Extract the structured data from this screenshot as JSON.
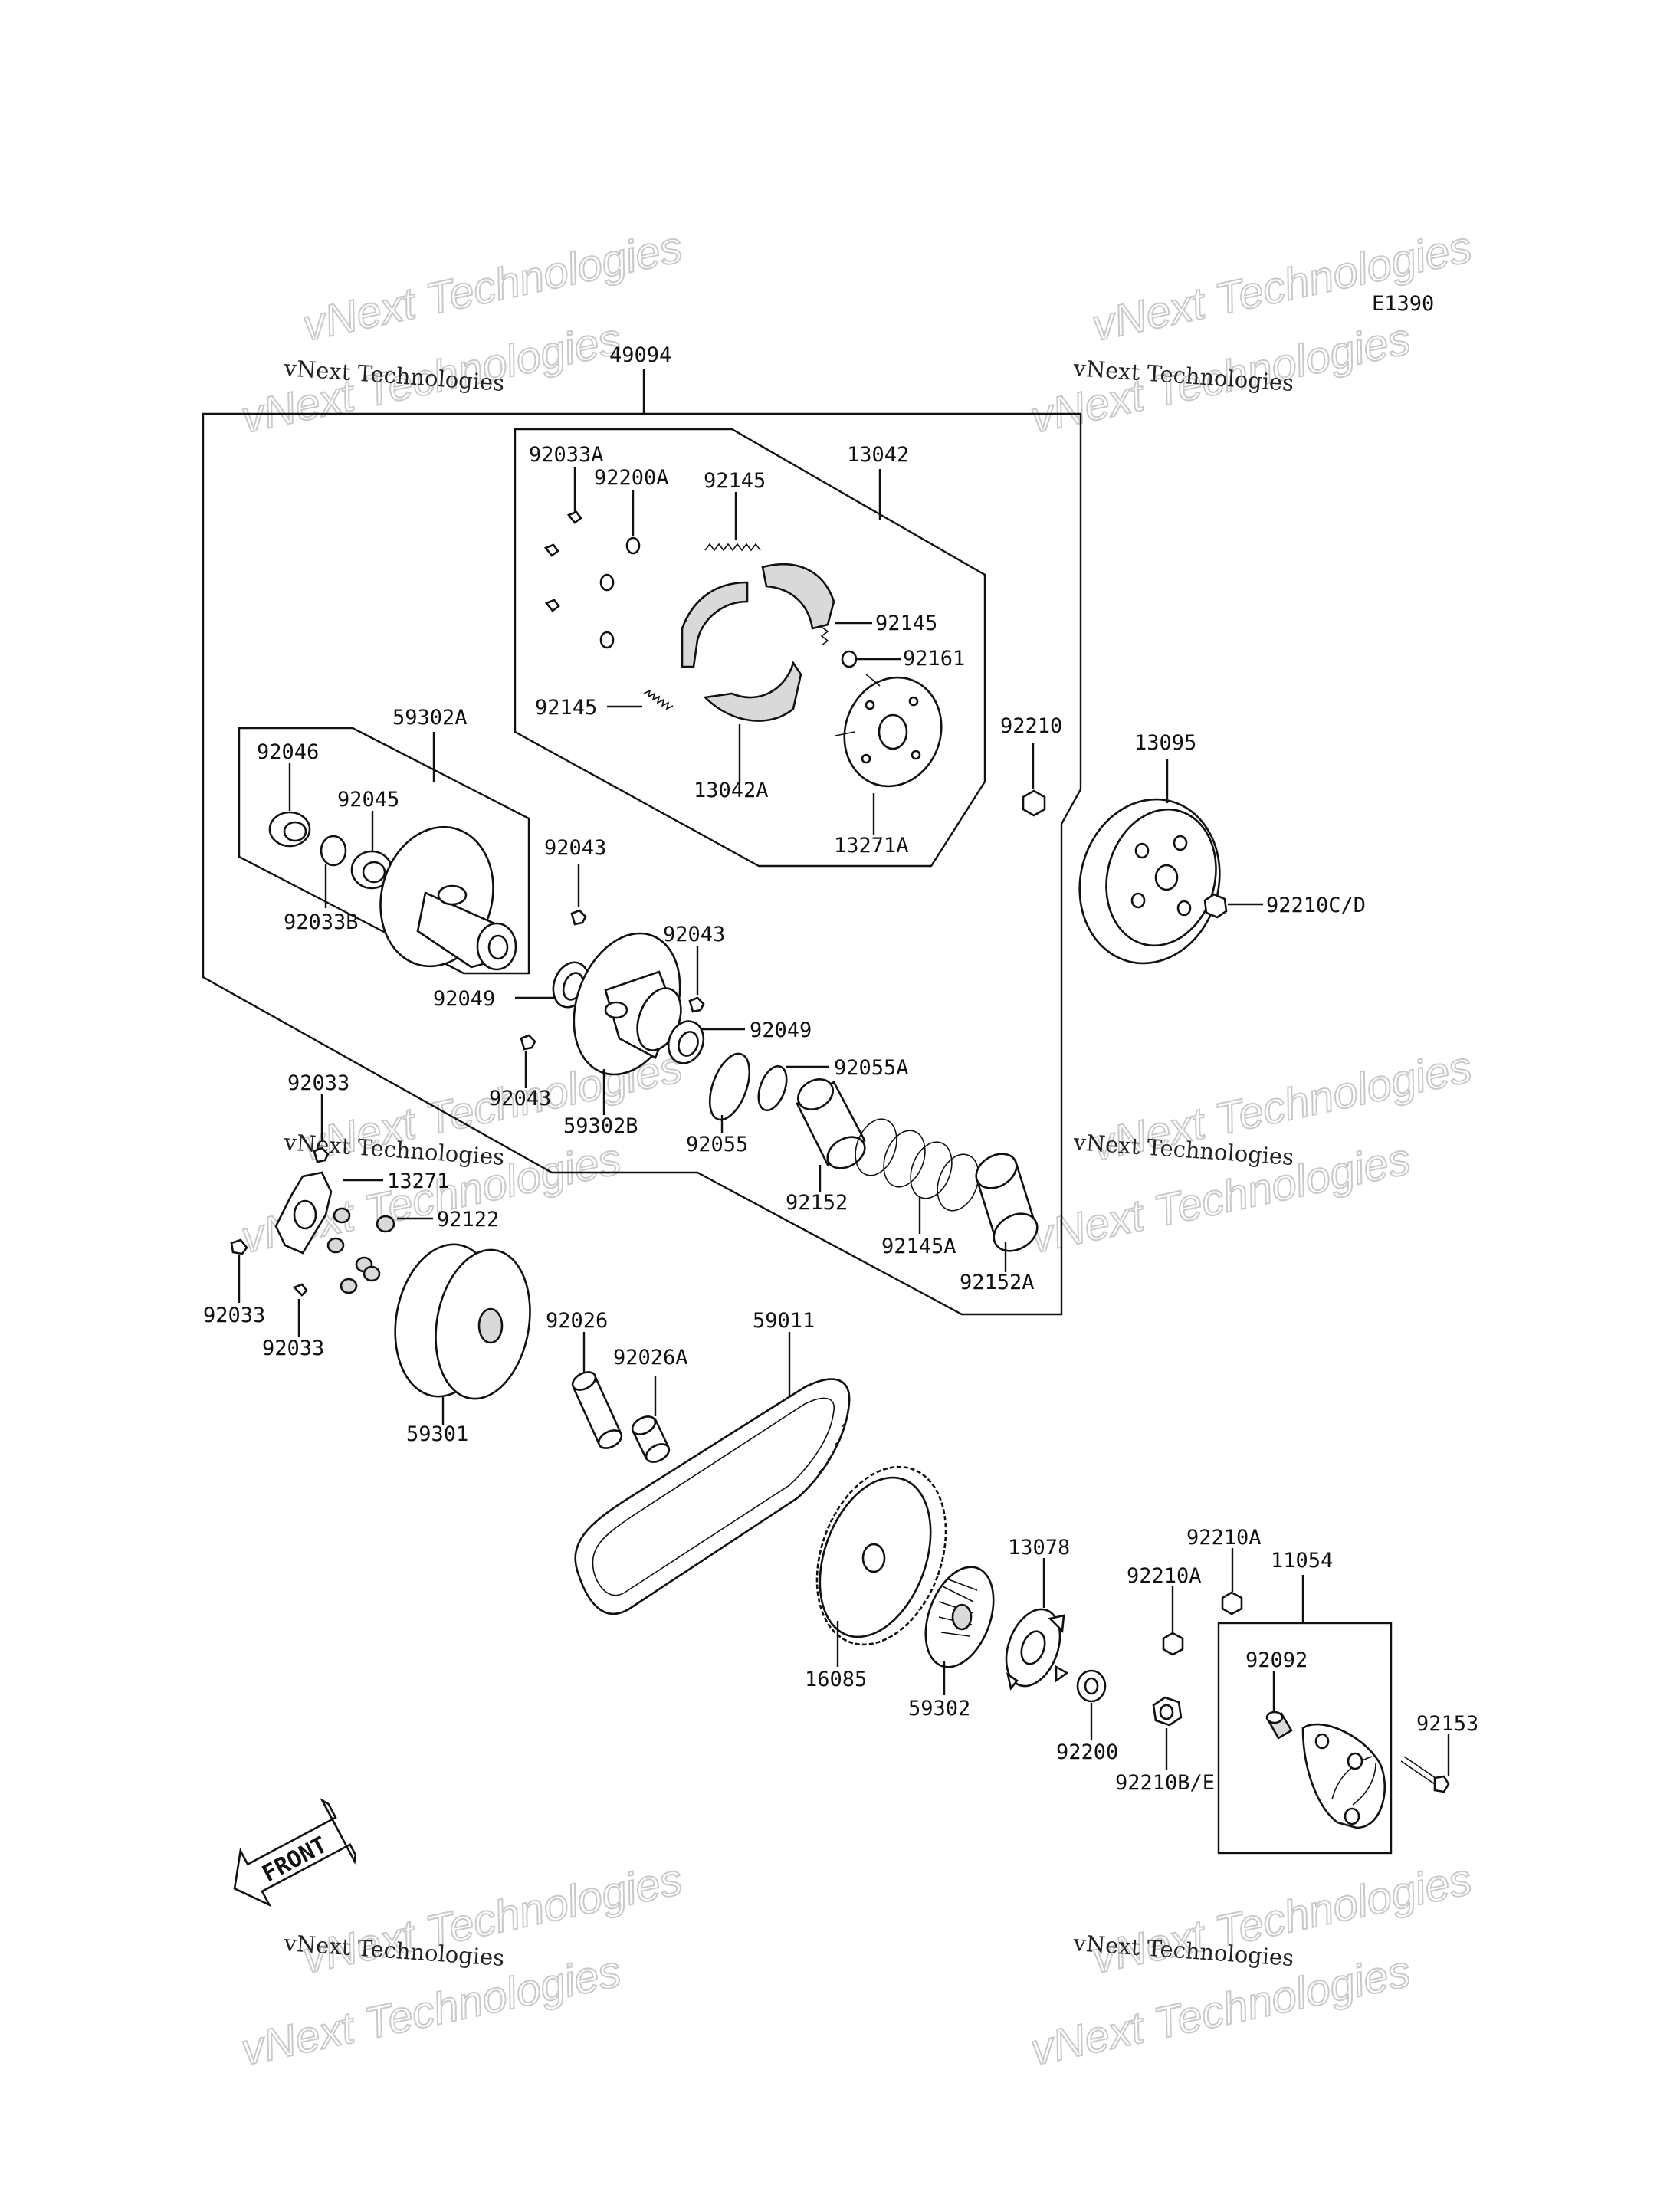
{
  "diagram_code": "E1390",
  "watermark": {
    "line1": "vNext Technologies",
    "line2": "vNext Technologies"
  },
  "front_arrow": "FRONT",
  "labels": {
    "p49094": "49094",
    "p13042": "13042",
    "p92033A": "92033A",
    "p92200A": "92200A",
    "p92145_top": "92145",
    "p92145_right": "92145",
    "p92161": "92161",
    "p92145_left": "92145",
    "p13042A": "13042A",
    "p13271A": "13271A",
    "p92210": "92210",
    "p13095": "13095",
    "p92210CD": "92210C/D",
    "p59302A": "59302A",
    "p92046": "92046",
    "p92045": "92045",
    "p92033B": "92033B",
    "p92043_top": "92043",
    "p92043_mid": "92043",
    "p92043_bot": "92043",
    "p92049_left": "92049",
    "p92049_right": "92049",
    "p92055A": "92055A",
    "p59302B": "59302B",
    "p92055": "92055",
    "p92152": "92152",
    "p92145A": "92145A",
    "p92152A": "92152A",
    "p92033_top": "92033",
    "p13271": "13271",
    "p92122": "92122",
    "p92033_left": "92033",
    "p92033_bot": "92033",
    "p59301": "59301",
    "p92026": "92026",
    "p92026A": "92026A",
    "p59011": "59011",
    "p16085": "16085",
    "p59302": "59302",
    "p13078": "13078",
    "p92210A_1": "92210A",
    "p92210A_2": "92210A",
    "p11054": "11054",
    "p92092": "92092",
    "p92153": "92153",
    "p92200": "92200",
    "p92210BE": "92210B/E"
  },
  "colors": {
    "line": "#111111",
    "watermark_outline": "#c9c9c9",
    "background": "#ffffff"
  }
}
